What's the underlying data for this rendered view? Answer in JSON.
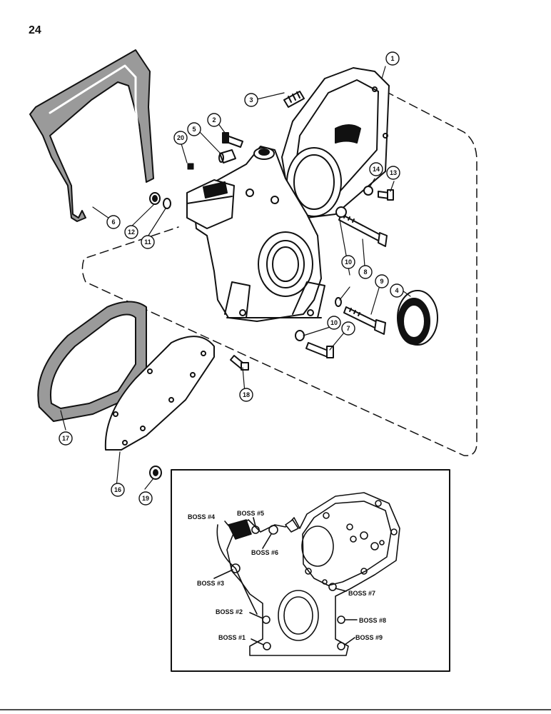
{
  "page": {
    "number": "24"
  },
  "callouts": [
    "1",
    "2",
    "3",
    "4",
    "5",
    "6",
    "7",
    "8",
    "9",
    "10",
    "10",
    "11",
    "12",
    "13",
    "14",
    "16",
    "17",
    "18",
    "19",
    "20"
  ],
  "inset": {
    "boss_labels": [
      "BOSS #4",
      "BOSS #5",
      "BOSS #6",
      "BOSS #3",
      "BOSS #7",
      "BOSS #2",
      "BOSS #8",
      "BOSS #1",
      "BOSS #9"
    ]
  },
  "colors": {
    "ink": "#111111",
    "paper": "#ffffff",
    "gasket_fill": "#9a9a9a"
  }
}
